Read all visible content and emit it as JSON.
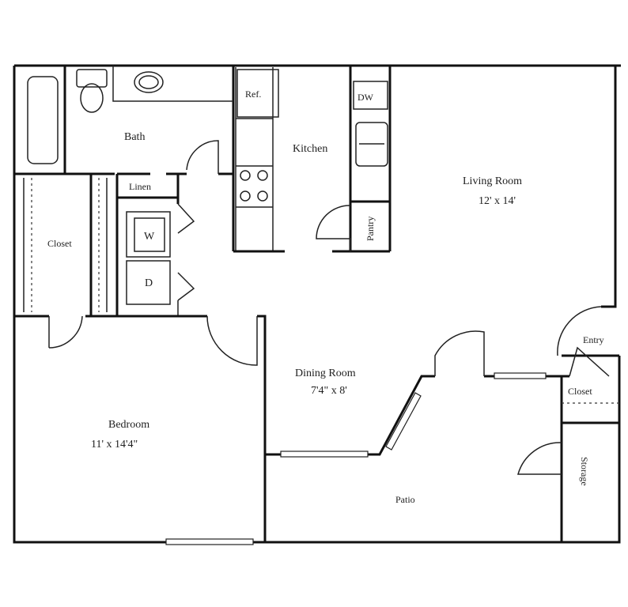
{
  "rooms": {
    "bath": "Bath",
    "kitchen": "Kitchen",
    "living_room": "Living Room",
    "living_room_size": "12' x 14'",
    "linen": "Linen",
    "closet_bedroom": "Closet",
    "washer": "W",
    "dryer": "D",
    "refrigerator": "Ref.",
    "dishwasher": "DW",
    "pantry": "Pantry",
    "dining_room": "Dining Room",
    "dining_room_size": "7'4\" x 8'",
    "bedroom": "Bedroom",
    "bedroom_size": "11' x 14'4\"",
    "entry": "Entry",
    "closet_entry": "Closet",
    "storage": "Storage",
    "patio": "Patio"
  }
}
